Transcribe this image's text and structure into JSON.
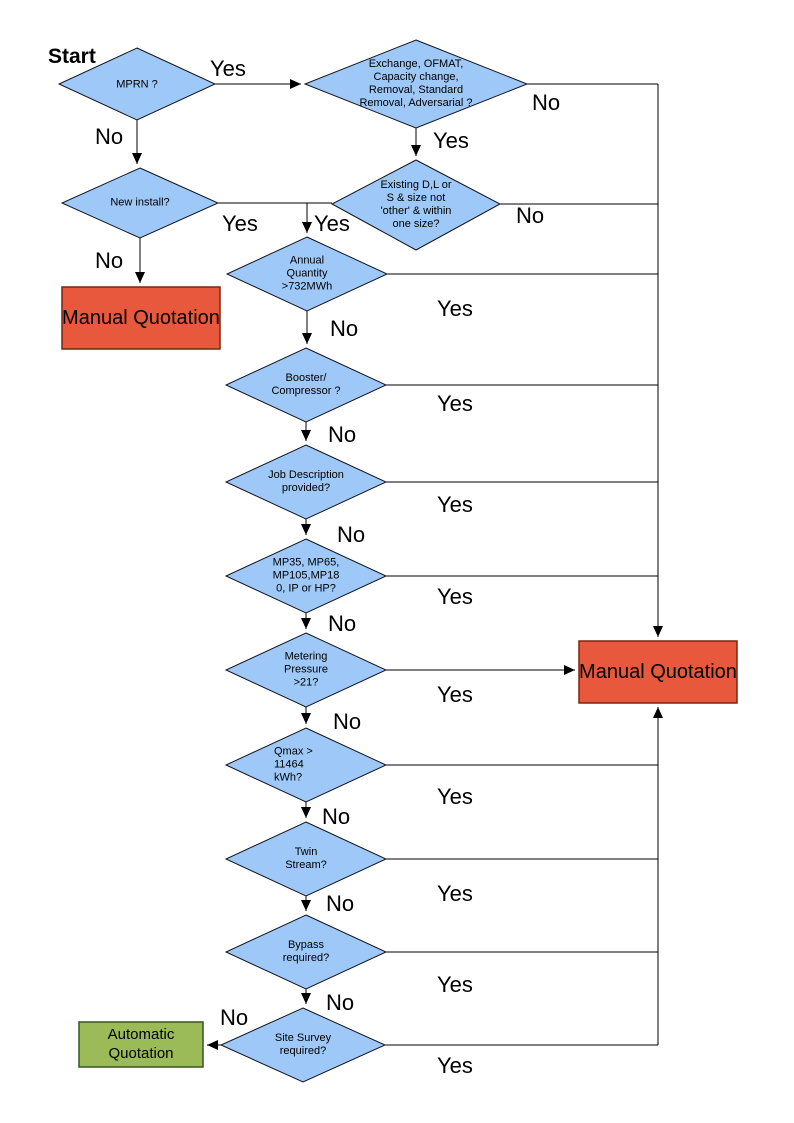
{
  "flowchart": {
    "start_label": "Start",
    "nodes": {
      "mprn": {
        "label": "MPRN ?"
      },
      "exchange": {
        "label": "Exchange, OFMAT, Capacity change, Removal, Standard Removal, Adversarial ?"
      },
      "new_install": {
        "label": "New install?"
      },
      "existing": {
        "label": "Existing D,L or S & size not 'other' & within one size?"
      },
      "annual": {
        "label": "Annual Quantity >732MWh"
      },
      "booster": {
        "label": "Booster/ Compressor ?"
      },
      "job": {
        "label": "Job Description provided?"
      },
      "mp": {
        "label": "MP35, MP65, MP105,MP180, IP or HP?"
      },
      "metering": {
        "label": "Metering Pressure >21?"
      },
      "qmax": {
        "label": "Qmax > 11464 kWh?"
      },
      "twin": {
        "label": "Twin Stream?"
      },
      "bypass": {
        "label": "Bypass required?"
      },
      "site": {
        "label": "Site Survey required?"
      }
    },
    "terminals": {
      "manual_left": {
        "label": "Manual Quotation"
      },
      "manual_right": {
        "label": "Manual Quotation"
      },
      "automatic": {
        "label": "Automatic Quotation"
      }
    },
    "edge_labels": {
      "mprn_yes": "Yes",
      "mprn_no": "No",
      "exchange_no": "No",
      "exchange_yes": "Yes",
      "new_install_no": "No",
      "new_install_yes": "Yes",
      "existing_yes": "Yes",
      "existing_no": "No",
      "annual_no": "No",
      "annual_yes": "Yes",
      "booster_no": "No",
      "booster_yes": "Yes",
      "job_no": "No",
      "job_yes": "Yes",
      "mp_no": "No",
      "mp_yes": "Yes",
      "metering_no": "No",
      "metering_yes": "Yes",
      "qmax_no": "No",
      "qmax_yes": "Yes",
      "twin_no": "No",
      "twin_yes": "Yes",
      "bypass_no": "No",
      "bypass_yes": "Yes",
      "site_no": "No",
      "site_yes": "Yes"
    },
    "colors": {
      "decision_fill": "#9DC8F8",
      "manual_fill": "#E8583C",
      "automatic_fill": "#9BBB59",
      "connector": "#000000"
    }
  }
}
